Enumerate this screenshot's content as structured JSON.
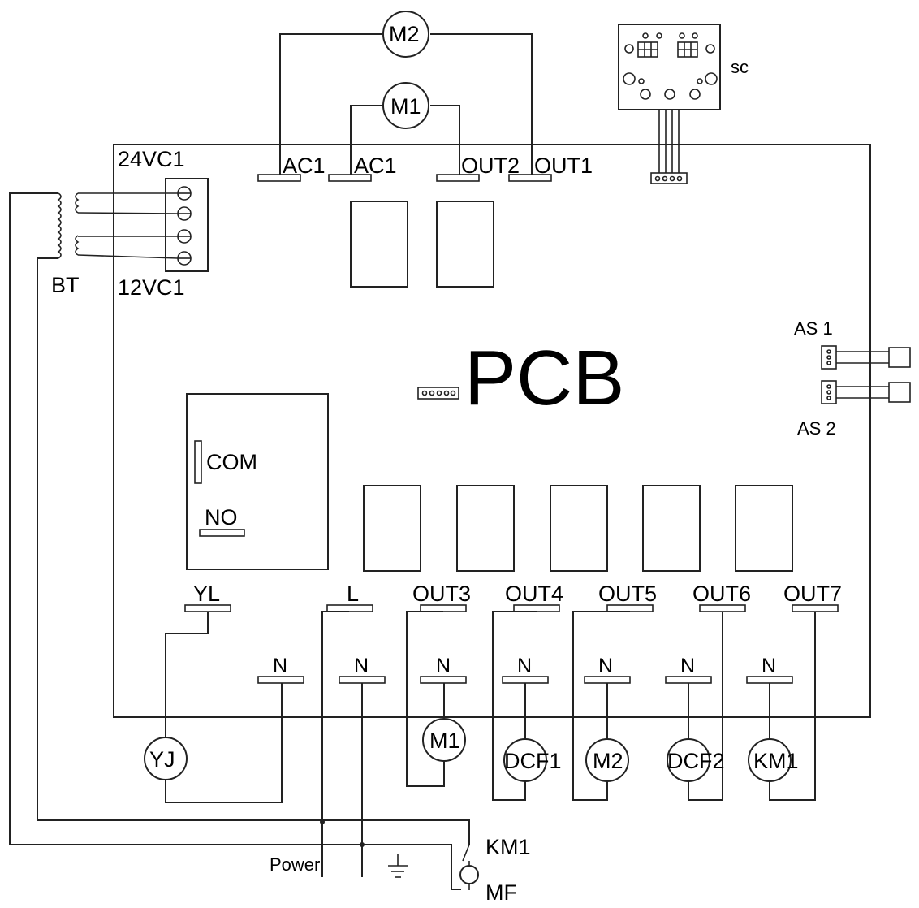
{
  "pcb": {
    "title": "PCB"
  },
  "power_terminals": {
    "top": "24VC1",
    "bottom": "12VC1",
    "transformer": "BT"
  },
  "top_connectors": {
    "ac1_left": "AC1",
    "ac1_right": "AC1",
    "out2": "OUT2",
    "out1": "OUT1"
  },
  "top_motors": {
    "m2": "M2",
    "m1": "M1"
  },
  "sensor_board": {
    "label": "sc"
  },
  "ambient_sensors": {
    "as1": "AS 1",
    "as2": "AS 2"
  },
  "relay": {
    "com": "COM",
    "no": "NO"
  },
  "bottom_connectors": {
    "yl": "YL",
    "l": "L",
    "out3": "OUT3",
    "out4": "OUT4",
    "out5": "OUT5",
    "out6": "OUT6",
    "out7": "OUT7"
  },
  "neutral_label": "N",
  "loads": {
    "yj": "YJ",
    "m1": "M1",
    "dcf1": "DCF1",
    "m2": "M2",
    "dcf2": "DCF2",
    "km1": "KM1"
  },
  "mains": {
    "power": "Power",
    "km1_contact": "KM1",
    "mf": "MF"
  }
}
